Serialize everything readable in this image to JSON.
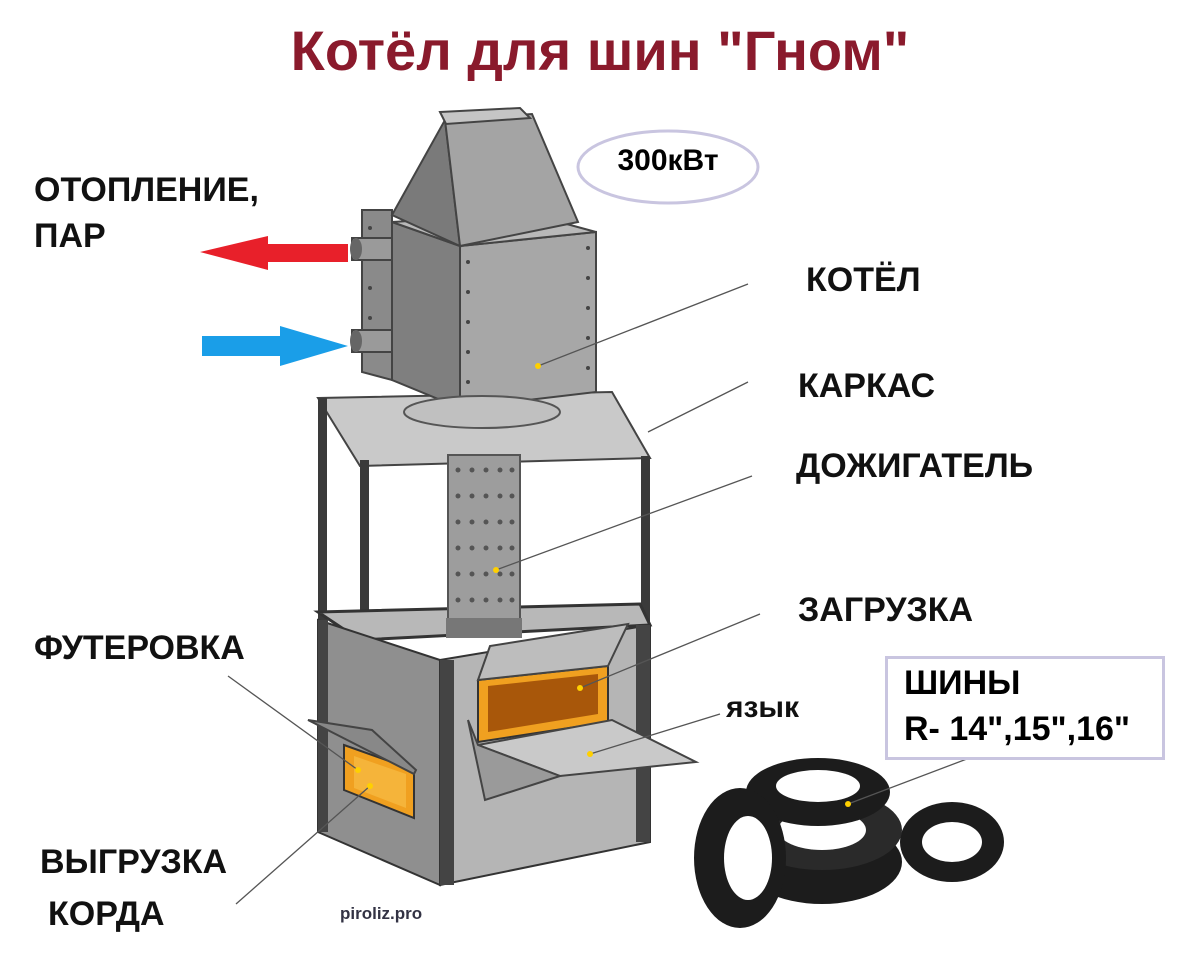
{
  "title": "Котёл для шин \"Гном\"",
  "power": "300кВт",
  "labels": {
    "heating_line1": "ОТОПЛЕНИЕ,",
    "heating_line2": "ПАР",
    "boiler": "КОТЁЛ",
    "frame": "КАРКАС",
    "afterburner": "ДОЖИГАТЕЛЬ",
    "loading": "ЗАГРУЗКА",
    "lining": "ФУТЕРОВКА",
    "tongue": "язык",
    "unload_line1": "ВЫГРУЗКА",
    "unload_line2": "КОРДА"
  },
  "tires": {
    "line1": "ШИНЫ",
    "line2": "R- 14\",15\",16\""
  },
  "watermark": "piroliz.pro",
  "colors": {
    "title": "#8a1a2c",
    "hot_arrow": "#e8202a",
    "cold_arrow": "#1a9ee8",
    "steel": "#a9a9a9",
    "frame": "#3a3a3a",
    "fire": "#f0a020",
    "tire": "#1c1c1c",
    "marker": "#ffd000",
    "outline": "#c9c5e0"
  }
}
